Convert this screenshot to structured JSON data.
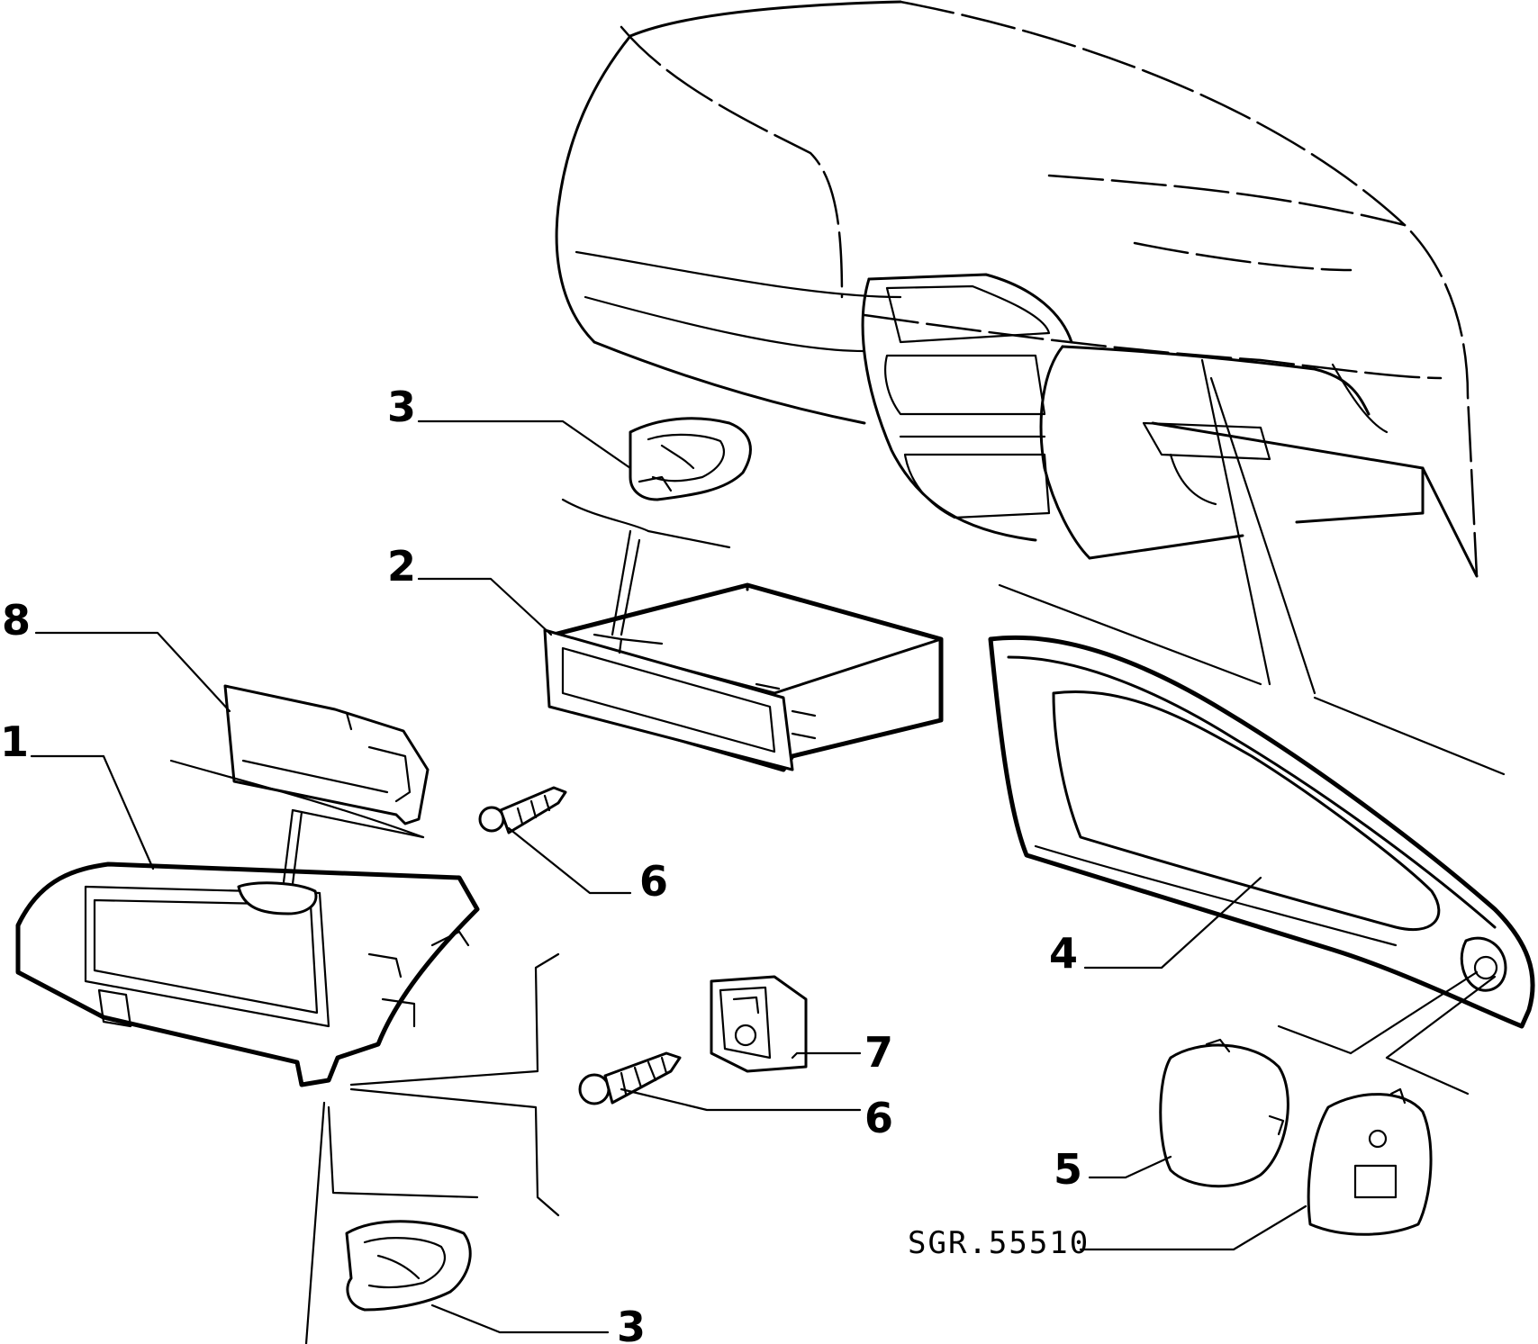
{
  "diagram": {
    "reference_code": "SGR.55510",
    "callouts": [
      {
        "id": "callout-1",
        "label": "1"
      },
      {
        "id": "callout-2",
        "label": "2"
      },
      {
        "id": "callout-3-top",
        "label": "3"
      },
      {
        "id": "callout-3-bottom",
        "label": "3"
      },
      {
        "id": "callout-4",
        "label": "4"
      },
      {
        "id": "callout-5",
        "label": "5"
      },
      {
        "id": "callout-6-upper",
        "label": "6"
      },
      {
        "id": "callout-6-lower",
        "label": "6"
      },
      {
        "id": "callout-7",
        "label": "7"
      },
      {
        "id": "callout-8",
        "label": "8"
      }
    ]
  }
}
